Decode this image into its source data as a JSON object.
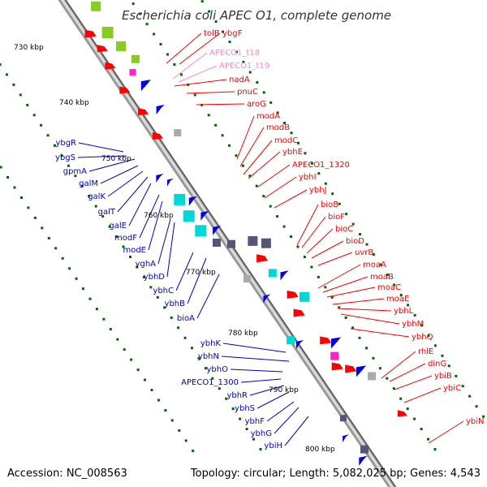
{
  "title": "Escherichia coli APEC O1, complete genome",
  "footer": {
    "accession": "Accession: NC_008563",
    "topology": "Topology: circular; Length: 5,082,025 bp; Genes: 4,543"
  },
  "colors": {
    "forward_label": "#ff0000",
    "reverse_label": "#0000cc",
    "rna_label": "#ff88cc",
    "backbone": "#888888",
    "gene_forward": "#ff0000",
    "gene_reverse": "#0000ee",
    "cds_cyan": "#00d8d8",
    "cds_grey": "#555577",
    "cds_green": "#88cc22",
    "cds_magenta": "#ff22cc",
    "dots": "#006600"
  },
  "kbp_ticks": [
    "730 kbp",
    "740 kbp",
    "750 kbp",
    "760 kbp",
    "770 kbp",
    "780 kbp",
    "790 kbp",
    "800 kbp"
  ],
  "genes_forward": [
    "tolB",
    "ybgF",
    "nadA",
    "pnuC",
    "aroG",
    "modA",
    "modB",
    "modC",
    "ybhE",
    "APECO1_1320",
    "ybhI",
    "ybhJ",
    "bioB",
    "bioF",
    "bioC",
    "bioD",
    "uvrB",
    "moaA",
    "moaB",
    "moaC",
    "moaE",
    "ybhL",
    "ybhM",
    "ybhQ",
    "rhlE",
    "dinG",
    "ybiB",
    "ybiC",
    "ybiN"
  ],
  "genes_rna": [
    "APECO1_t18",
    "APECO1_t19"
  ],
  "genes_reverse": [
    "ybgR",
    "ybgS",
    "gpmA",
    "galM",
    "galK",
    "galT",
    "galE",
    "modF",
    "modE",
    "yghA",
    "ybhD",
    "ybhC",
    "ybhB",
    "bioA",
    "ybhK",
    "ybhN",
    "ybhO",
    "APECO1_1300",
    "ybhR",
    "ybhS",
    "ybhF",
    "ybhG",
    "ybiH"
  ]
}
